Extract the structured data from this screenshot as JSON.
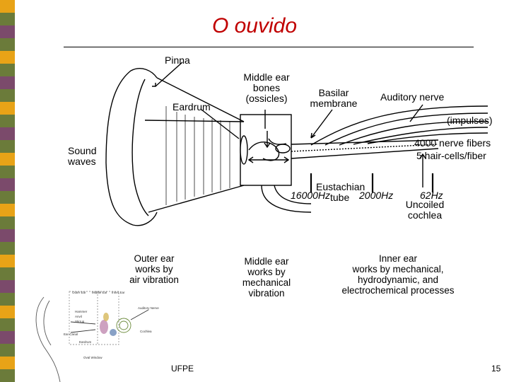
{
  "slide": {
    "title": "O ouvido",
    "footer_left": "UFPE",
    "page_number": "15"
  },
  "diagram": {
    "labels": {
      "pinna": "Pinna",
      "middle_ear_bones": [
        "Middle ear",
        "bones",
        "(ossicles)"
      ],
      "eardrum": "Eardrum",
      "basilar_membrane": [
        "Basilar",
        "membrane"
      ],
      "auditory_nerve": "Auditory nerve",
      "impulses": "(impulses)",
      "sound_waves": [
        "Sound",
        "waves"
      ],
      "nerve_fibers": "4000 nerve fibers",
      "hair_cells": "5 hair-cells/fiber",
      "eustachian_tube": [
        "Eustachian",
        "tube"
      ],
      "uncoiled_cochlea": [
        "Uncoiled",
        "cochlea"
      ]
    },
    "frequencies": [
      "16000Hz",
      "2000Hz",
      "62Hz"
    ],
    "captions": {
      "outer_ear": [
        "Outer ear",
        "works by",
        "air vibration"
      ],
      "middle_ear": [
        "Middle ear",
        "works by",
        "mechanical",
        "vibration"
      ],
      "inner_ear": [
        "Inner ear",
        "works by mechanical,",
        "hydrodynamic, and",
        "electrochemical processes"
      ]
    }
  },
  "inset_labels": [
    "Outer Ear",
    "Middle Ear",
    "Inner Ear",
    "Hammer",
    "Anvil",
    "Stirrup",
    "Auditory Nerve",
    "Cochlea",
    "Ear Canal",
    "Eardrum",
    "Oval Window"
  ],
  "colors": {
    "title": "#c00000",
    "stripe_orange": "#e8a317",
    "stripe_olive": "#6b7b3a",
    "stripe_purple": "#7b4a6b"
  }
}
